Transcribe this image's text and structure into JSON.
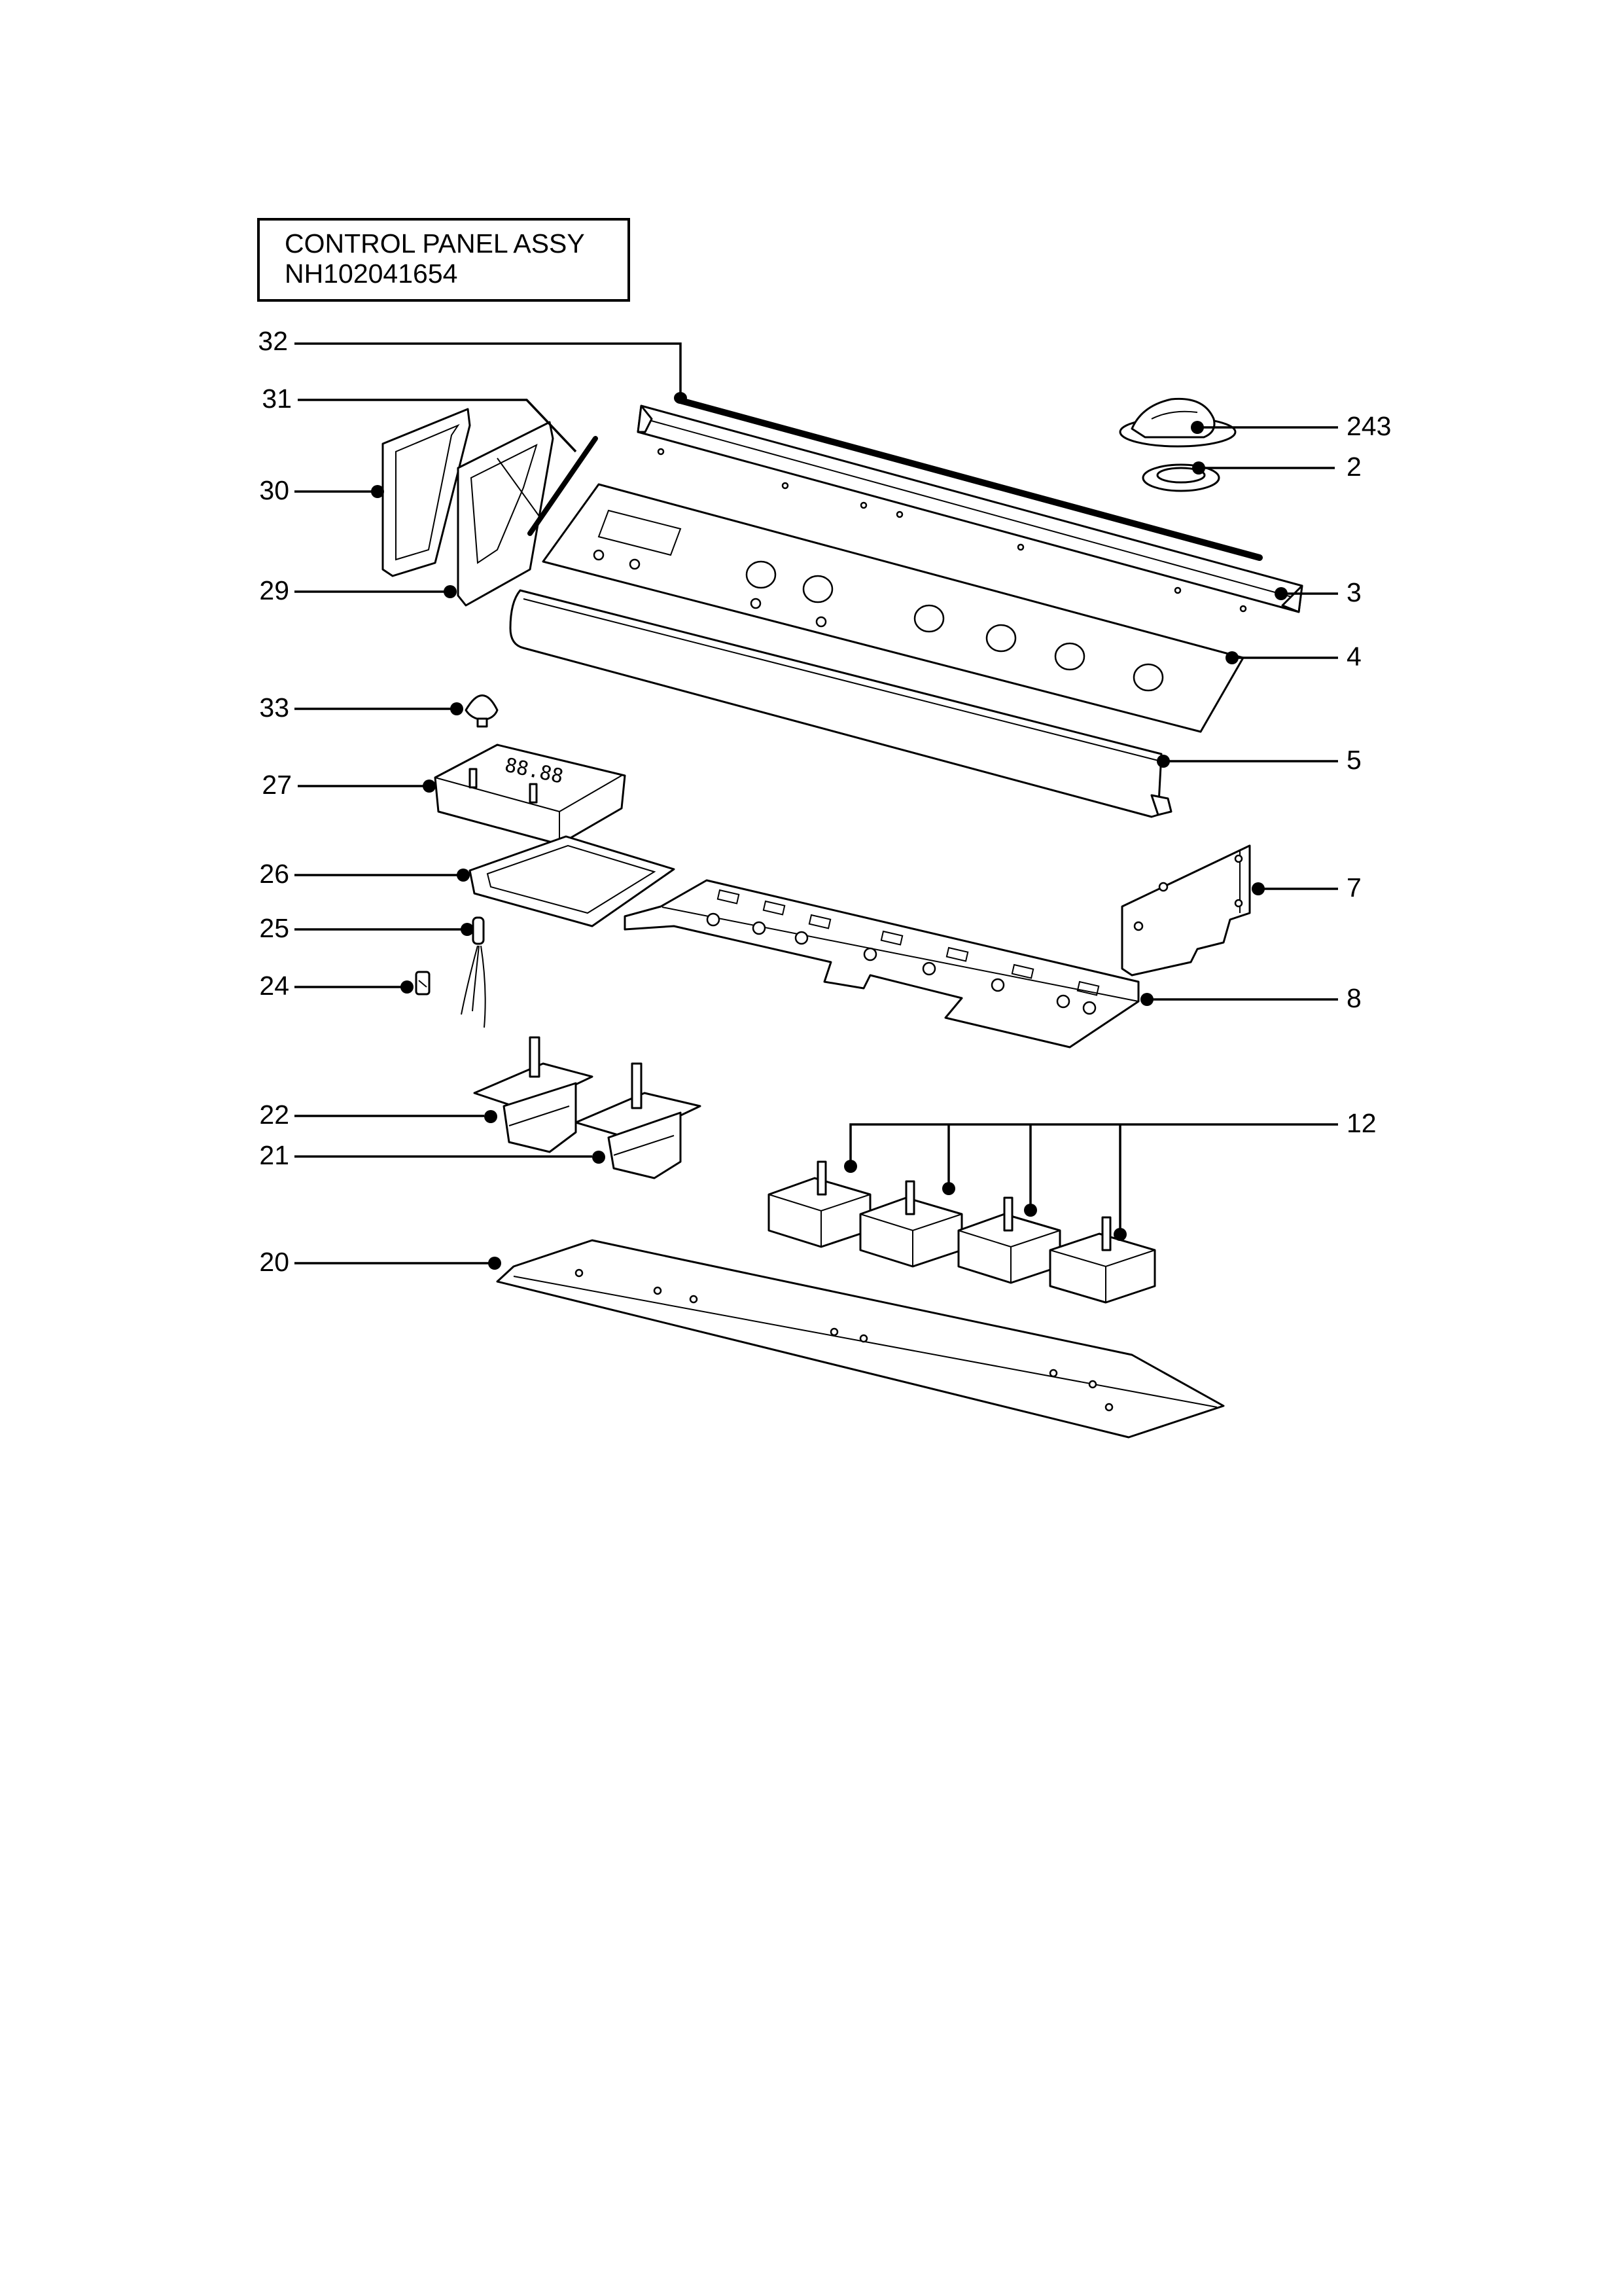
{
  "title": {
    "line1": "CONTROL PANEL ASSY",
    "line2": "NH102041654"
  },
  "callouts": {
    "p32": "32",
    "p31": "31",
    "p30": "30",
    "p29": "29",
    "p33": "33",
    "p27": "27",
    "p26": "26",
    "p25": "25",
    "p24": "24",
    "p22": "22",
    "p21": "21",
    "p20": "20",
    "p243": "243",
    "p2": "2",
    "p3": "3",
    "p4": "4",
    "p5": "5",
    "p7": "7",
    "p8": "8",
    "p12": "12"
  },
  "display_digits": "88.88",
  "colors": {
    "line": "#000000",
    "background": "#ffffff"
  }
}
